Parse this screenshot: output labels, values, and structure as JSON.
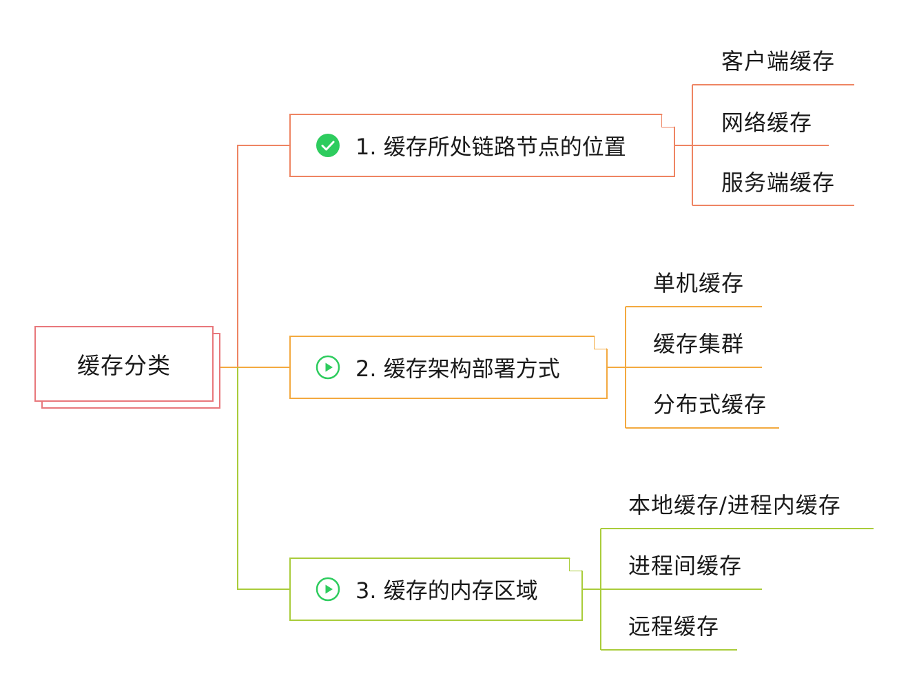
{
  "root": {
    "label": "缓存分类"
  },
  "branches": [
    {
      "label": "1. 缓存所处链路节点的位置",
      "status": "done",
      "color": "#ee8462",
      "leaves": [
        "客户端缓存",
        "网络缓存",
        "服务端缓存"
      ]
    },
    {
      "label": "2. 缓存架构部署方式",
      "status": "todo",
      "color": "#f3a93f",
      "leaves": [
        "单机缓存",
        "缓存集群",
        "分布式缓存"
      ]
    },
    {
      "label": "3. 缓存的内存区域",
      "status": "todo",
      "color": "#a9cc3a",
      "leaves": [
        "本地缓存/进程内缓存",
        "进程间缓存",
        "远程缓存"
      ]
    }
  ],
  "colors": {
    "root_border": "#e8777b",
    "done_icon": "#2ecc5e",
    "todo_icon": "#2ecc5e"
  },
  "icons": {
    "done": "check-circle-icon",
    "todo": "play-circle-icon"
  }
}
